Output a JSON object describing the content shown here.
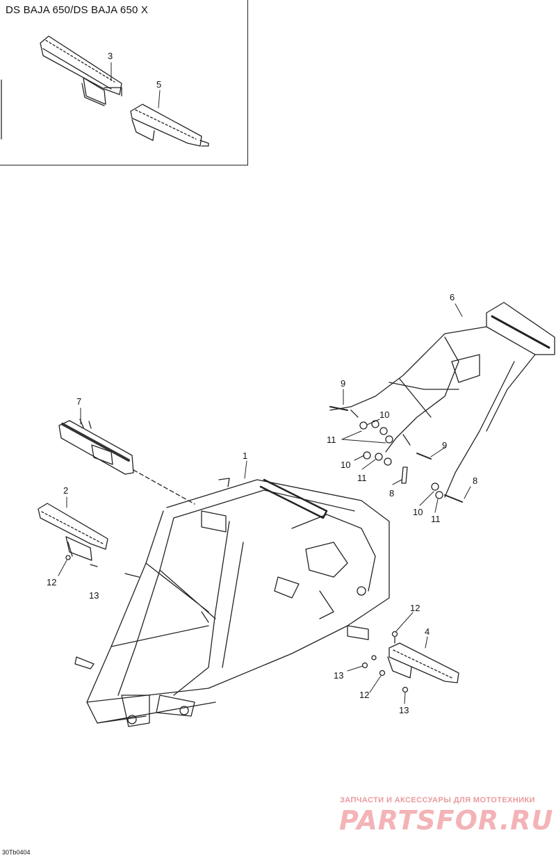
{
  "inset": {
    "title": "DS BAJA 650/DS BAJA 650 X"
  },
  "callouts": {
    "c3": "3",
    "c5": "5",
    "c6": "6",
    "c7": "7",
    "c1": "1",
    "c2": "2",
    "c9a": "9",
    "c10a": "10",
    "c11a": "11",
    "c10b": "10",
    "c11b": "11",
    "c8a": "8",
    "c9b": "9",
    "c8b": "8",
    "c10c": "10",
    "c11c": "11",
    "c12a": "12",
    "c13a": "13",
    "c12b": "12",
    "c4": "4",
    "c13b": "13",
    "c12c": "12",
    "c13c": "13"
  },
  "watermark": {
    "tagline": "ЗАПЧАСТИ И АКСЕССУАРЫ ДЛЯ МОТОТЕХНИКИ",
    "brand": "PARTSFOR.RU"
  },
  "drawing_code": "30Tb0404",
  "colors": {
    "line": "#222222",
    "watermark": "#f3b3b7"
  }
}
